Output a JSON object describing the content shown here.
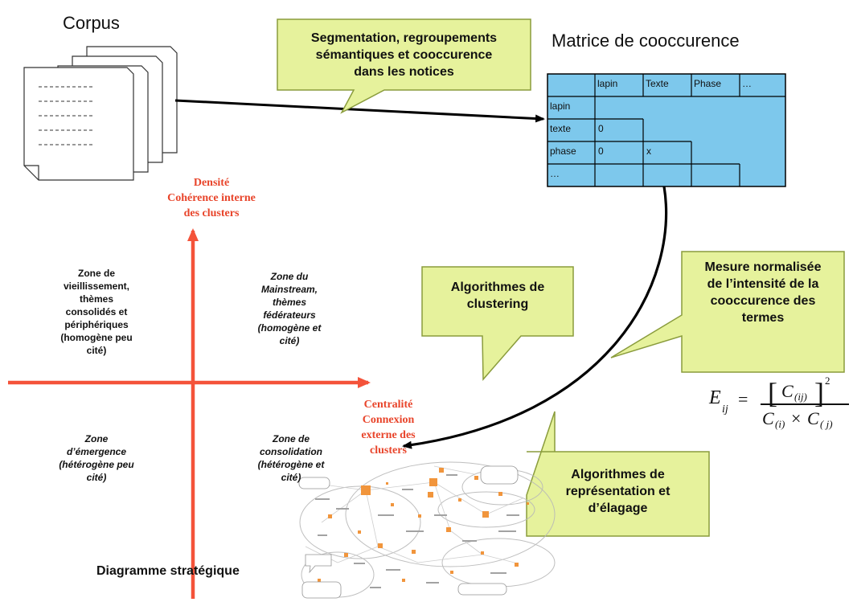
{
  "corpus": {
    "title": "Corpus"
  },
  "matrix": {
    "title": "Matrice de cooccurence",
    "header": [
      "lapin",
      "Texte",
      "Phase",
      "…"
    ],
    "rows": [
      {
        "label": "lapin",
        "cells": [
          "",
          "",
          "",
          ""
        ]
      },
      {
        "label": "texte",
        "cells": [
          "0",
          "",
          "",
          ""
        ]
      },
      {
        "label": "phase",
        "cells": [
          "0",
          "x",
          "",
          ""
        ]
      },
      {
        "label": "…",
        "cells": [
          "",
          "",
          "",
          ""
        ]
      }
    ]
  },
  "callouts": {
    "segmentation": [
      "Segmentation, regroupements",
      "sémantiques et cooccurence",
      "dans les notices"
    ],
    "clustering": [
      "Algorithmes de",
      "clustering"
    ],
    "mesure": [
      "Mesure normalisée",
      "de l’intensité de la",
      "cooccurence des",
      "termes"
    ],
    "representation": [
      "Algorithmes de",
      "représentation et",
      "d’élagage"
    ]
  },
  "axes": {
    "vertical": [
      "Densité",
      "Cohérence interne",
      "des clusters"
    ],
    "horizontal": [
      "Centralité",
      "Connexion",
      "externe des",
      "clusters"
    ]
  },
  "zones": {
    "top_left": [
      "Zone de",
      "vieillissement,",
      "thèmes",
      "consolidés et",
      "périphériques",
      "(homogène peu",
      "cité)"
    ],
    "top_right": [
      "Zone du",
      "Mainstream,",
      "thèmes",
      "fédérateurs",
      "(homogène et",
      "cité)"
    ],
    "bottom_left": [
      "Zone",
      "d’émergence",
      "(hétérogène peu",
      "cité)"
    ],
    "bottom_right": [
      "Zone de",
      "consolidation",
      "(hétérogène et",
      "cité)"
    ]
  },
  "diagram_label": "Diagramme stratégique",
  "formula": {
    "lhs": "E",
    "lhs_sub": "ij",
    "num": "C",
    "num_sub": "(ij)",
    "exp": "2",
    "den_left": "C",
    "den_left_sub": "(i)",
    "times": "×",
    "den_right": "C",
    "den_right_sub": "( j)"
  },
  "colors": {
    "callout_fill": "#e6f29c",
    "callout_stroke": "#8a9c3c",
    "matrix_fill": "#7dc8ec",
    "axis_red": "#f4533a",
    "orange_node": "#f08a28"
  }
}
